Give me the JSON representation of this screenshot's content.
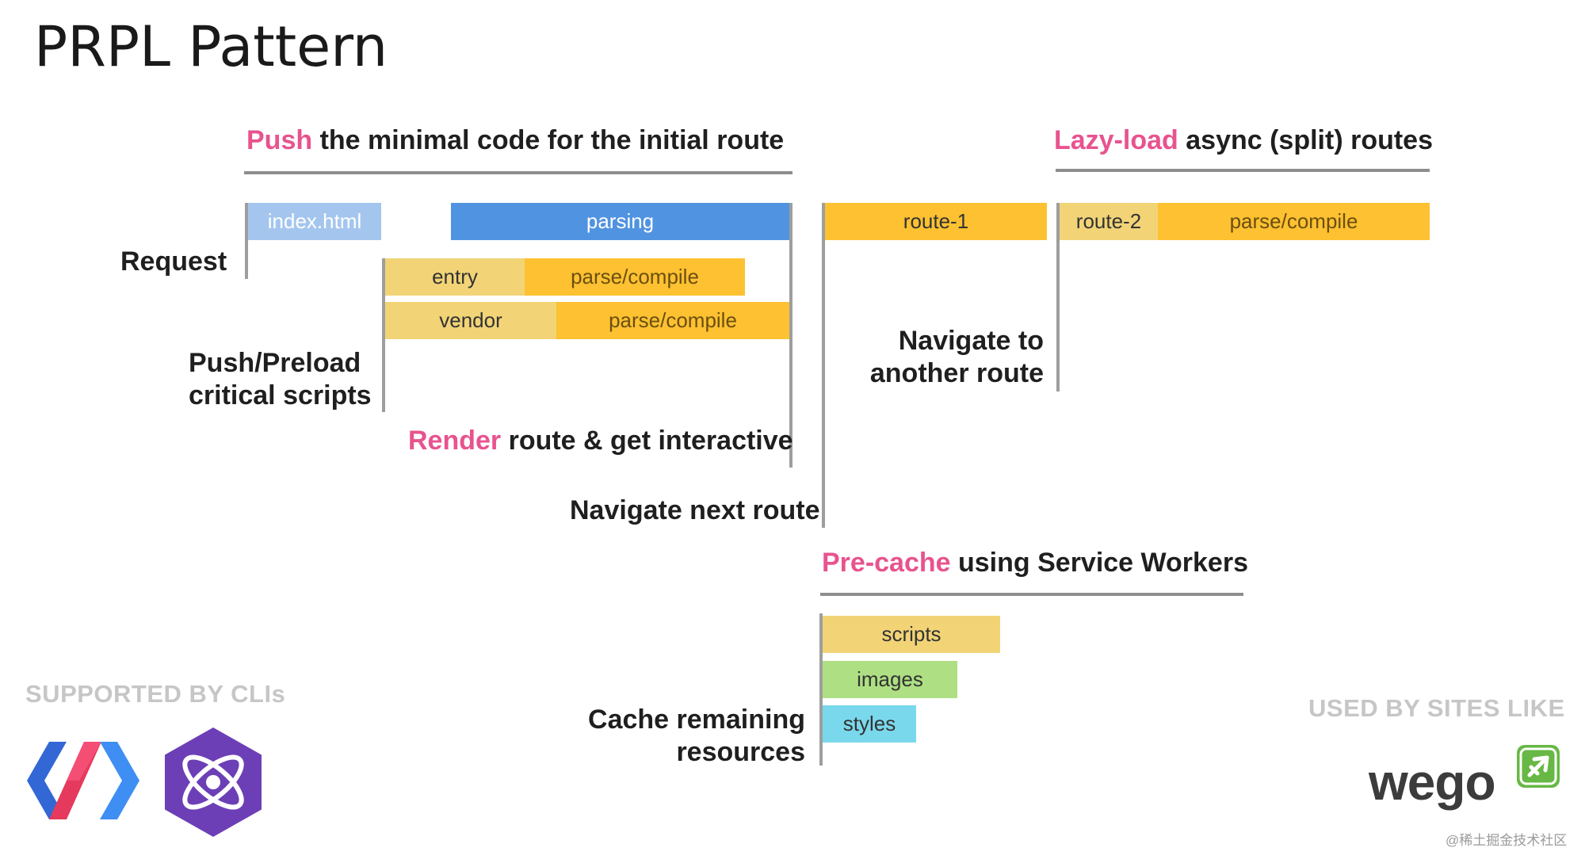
{
  "title": "PRPL Pattern",
  "push_heading": {
    "accent": "Push",
    "rest": " the minimal code for the initial route"
  },
  "lazy_heading": {
    "accent": "Lazy-load",
    "rest": " async (split) routes"
  },
  "render_heading": {
    "accent": "Render",
    "rest": " route & get interactive"
  },
  "precache_heading": {
    "accent": "Pre-cache",
    "rest": " using Service Workers"
  },
  "labels": {
    "request": "Request",
    "push_preload_1": "Push/Preload",
    "push_preload_2": "critical scripts",
    "navigate_next": "Navigate next route",
    "navigate_another_1": "Navigate to",
    "navigate_another_2": "another route",
    "cache_remaining_1": "Cache remaining",
    "cache_remaining_2": "resources"
  },
  "bars": {
    "index_html": "index.html",
    "parsing": "parsing",
    "entry": "entry",
    "entry_parse": "parse/compile",
    "vendor": "vendor",
    "vendor_parse": "parse/compile",
    "route1": "route-1",
    "route2": "route-2",
    "route2_parse": "parse/compile",
    "scripts": "scripts",
    "images": "images",
    "styles": "styles"
  },
  "supported_by": "SUPPORTED BY CLIs",
  "used_by": "USED BY SITES LIKE",
  "wego_logo_text": "wego",
  "watermark": "@稀土掘金技术社区",
  "colors": {
    "accent_pink": "#e8538f",
    "light_blue": "#a4c6ee",
    "blue": "#5093e1",
    "light_gold": "#f2d477",
    "gold": "#fdc131",
    "green": "#aee083",
    "cyan": "#7ad8ec",
    "purple": "#6d3fb6",
    "wego_green": "#67b845"
  },
  "icons": [
    "polymer-logo-icon",
    "preact-cli-logo-icon",
    "plane-icon"
  ]
}
